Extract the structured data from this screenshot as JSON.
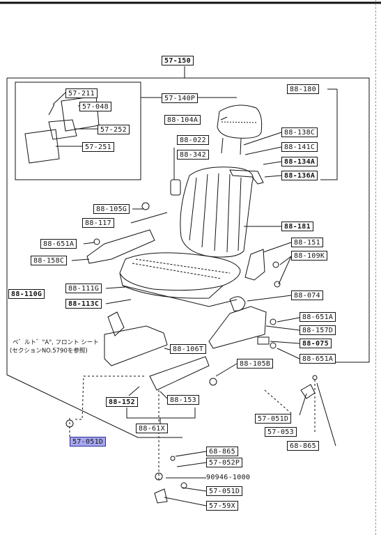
{
  "labels": {
    "l57_150": "57-150",
    "l57_211": "57-211",
    "l57_048": "57-048",
    "l57_252": "57-252",
    "l57_251": "57-251",
    "l57_140p": "57-140P",
    "l88_180": "88-180",
    "l88_104a": "88-104A",
    "l88_138c": "88-138C",
    "l88_141c": "88-141C",
    "l88_134a": "88-134A",
    "l88_136a": "88-136A",
    "l88_022": "88-022",
    "l88_342": "88-342",
    "l88_105g": "88-105G",
    "l88_117": "88-117",
    "l88_181": "88-181",
    "l88_651a_1": "88-651A",
    "l88_151": "88-151",
    "l88_158c": "88-158C",
    "l88_109k": "88-109K",
    "l88_110g": "88-110G",
    "l88_111g": "88-111G",
    "l88_074": "88-074",
    "l88_113c": "88-113C",
    "l88_651a_2": "88-651A",
    "l88_157d": "88-157D",
    "l88_075": "88-075",
    "l88_651a_3": "88-651A",
    "l88_106t": "88-106T",
    "l88_105b": "88-105B",
    "l88_152": "88-152",
    "l88_153": "88-153",
    "l88_61x": "88-61X",
    "l57_051d_1": "57-051D",
    "l57_053": "57-053",
    "l68_865_1": "68-865",
    "l57_051d_2": "57-051D",
    "l68_865_2": "68-865",
    "l57_052p": "57-052P",
    "l90946": "90946-1000",
    "l57_051d_3": "57-051D",
    "l57_59x": "57-59X"
  },
  "note": {
    "line1": "ベ゛ルト゛\"A\", フロント シート",
    "line2": "(セクションNO.5790を参照)"
  },
  "colors": {
    "ink": "#111111",
    "highlight": "#a8a8f0"
  }
}
